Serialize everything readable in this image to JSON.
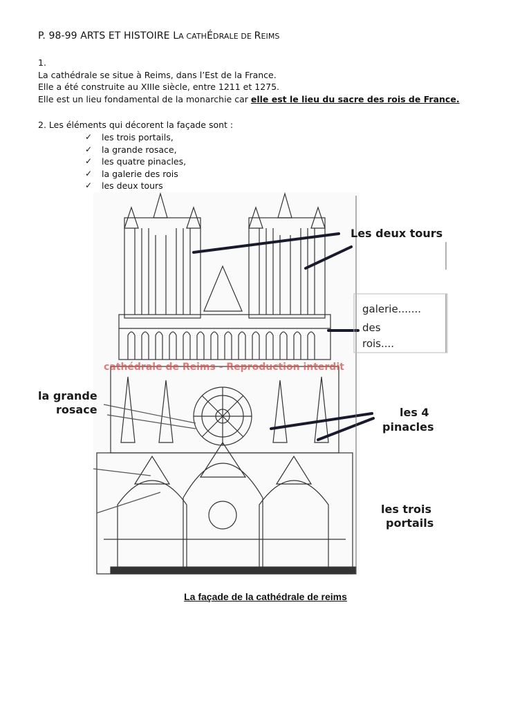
{
  "title": {
    "prefix": "P. 98-99 ARTS ET HISTOIRE ",
    "sc1": "L",
    "sc1s": "A CATH",
    "sc2": "É",
    "sc2s": "DRALE DE ",
    "sc3": "R",
    "sc3s": "EIMS"
  },
  "q1": {
    "number": "1.",
    "line1": "La cathédrale se situe à Reims, dans l’Est de la France.",
    "line2": "Elle a été construite au XIIIe siècle, entre 1211 et 1275.",
    "line3_start": "Elle est un lieu fondamental de la monarchie car ",
    "line3_emph": "elle est le lieu du sacre des rois de France. "
  },
  "q2": {
    "intro": "2. Les éléments qui décorent la façade sont :",
    "items": [
      "les trois portails,",
      "la grande rosace,",
      "les quatre pinacles,",
      "la galerie des rois",
      "les deux tours"
    ]
  },
  "figure": {
    "watermark": "cathédrale de Reims - Reproduction interdit",
    "labels": {
      "tours": "Les deux tours",
      "galerie_1": "galerie.......",
      "galerie_2": "des",
      "galerie_3": "rois....",
      "rosace_1": "la grande",
      "rosace_2": "rosace",
      "pinacles_1": "les 4",
      "pinacles_2": "pinacles",
      "portails_1": "les trois",
      "portails_2": "portails"
    }
  },
  "caption": "La façade de la cathédrale de reims"
}
